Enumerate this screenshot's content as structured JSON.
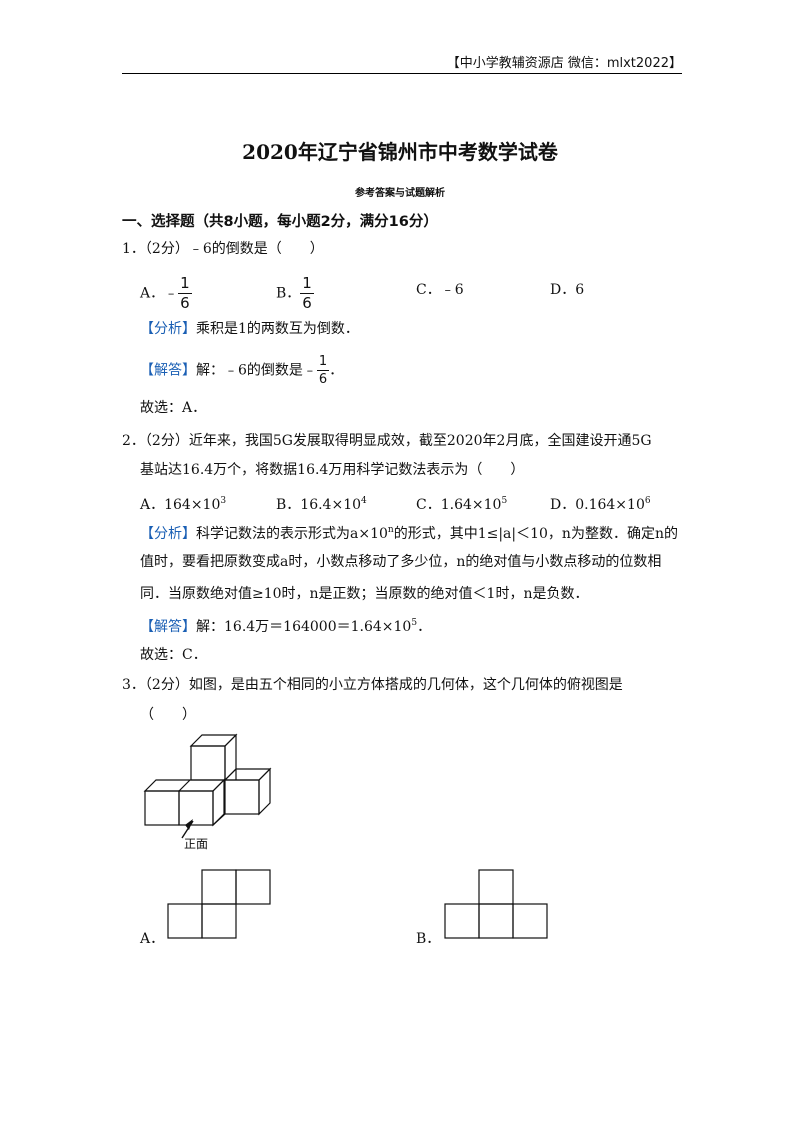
{
  "header": {
    "text": "【中小学教辅资源店 微信：mlxt2022】"
  },
  "title": "2020年辽宁省锦州市中考数学试卷",
  "subtitle": "参考答案与试题解析",
  "section": "一、选择题（共8小题，每小题2分，满分16分）",
  "q1": {
    "stem": "1．（2分）﹣6的倒数是（　　）",
    "a_label": "A．﹣",
    "frac_num": "1",
    "frac_den": "6",
    "b_label": "B．",
    "c": "C．﹣6",
    "d": "D．6",
    "analysis_tag": "【分析】",
    "analysis": "乘积是1的两数互为倒数．",
    "answer_tag": "【解答】",
    "answer": "解：﹣6的倒数是﹣",
    "answer_end": "．",
    "choice": "故选：A．"
  },
  "q2": {
    "stem1": "2．（2分）近年来，我国5G发展取得明显成效，截至2020年2月底，全国建设开通5G",
    "stem2": "基站达16.4万个，将数据16.4万用科学记数法表示为（　　）",
    "a": "A．164×10",
    "a_exp": "3",
    "b": "B．16.4×10",
    "b_exp": "4",
    "c": "C．1.64×10",
    "c_exp": "5",
    "d": "D．0.164×10",
    "d_exp": "6",
    "analysis_tag": "【分析】",
    "analysis1a": "科学记数法的表示形式为a×10",
    "analysis1_exp": "n",
    "analysis1b": "的形式，其中1≤|a|＜10，n为整数．确定n的",
    "analysis2": "值时，要看把原数变成a时，小数点移动了多少位，n的绝对值与小数点移动的位数相",
    "analysis3": "同．当原数绝对值≥10时，n是正数；当原数的绝对值＜1时，n是负数．",
    "answer_tag": "【解答】",
    "answer": "解：16.4万＝164000＝1.64×10",
    "answer_exp": "5",
    "answer_end": "．",
    "choice": "故选：C．"
  },
  "q3": {
    "stem1": "3．（2分）如图，是由五个相同的小立方体搭成的几何体，这个几何体的俯视图是",
    "stem2": "（　　）",
    "front_label": "正面",
    "a": "A．",
    "b": "B．"
  }
}
